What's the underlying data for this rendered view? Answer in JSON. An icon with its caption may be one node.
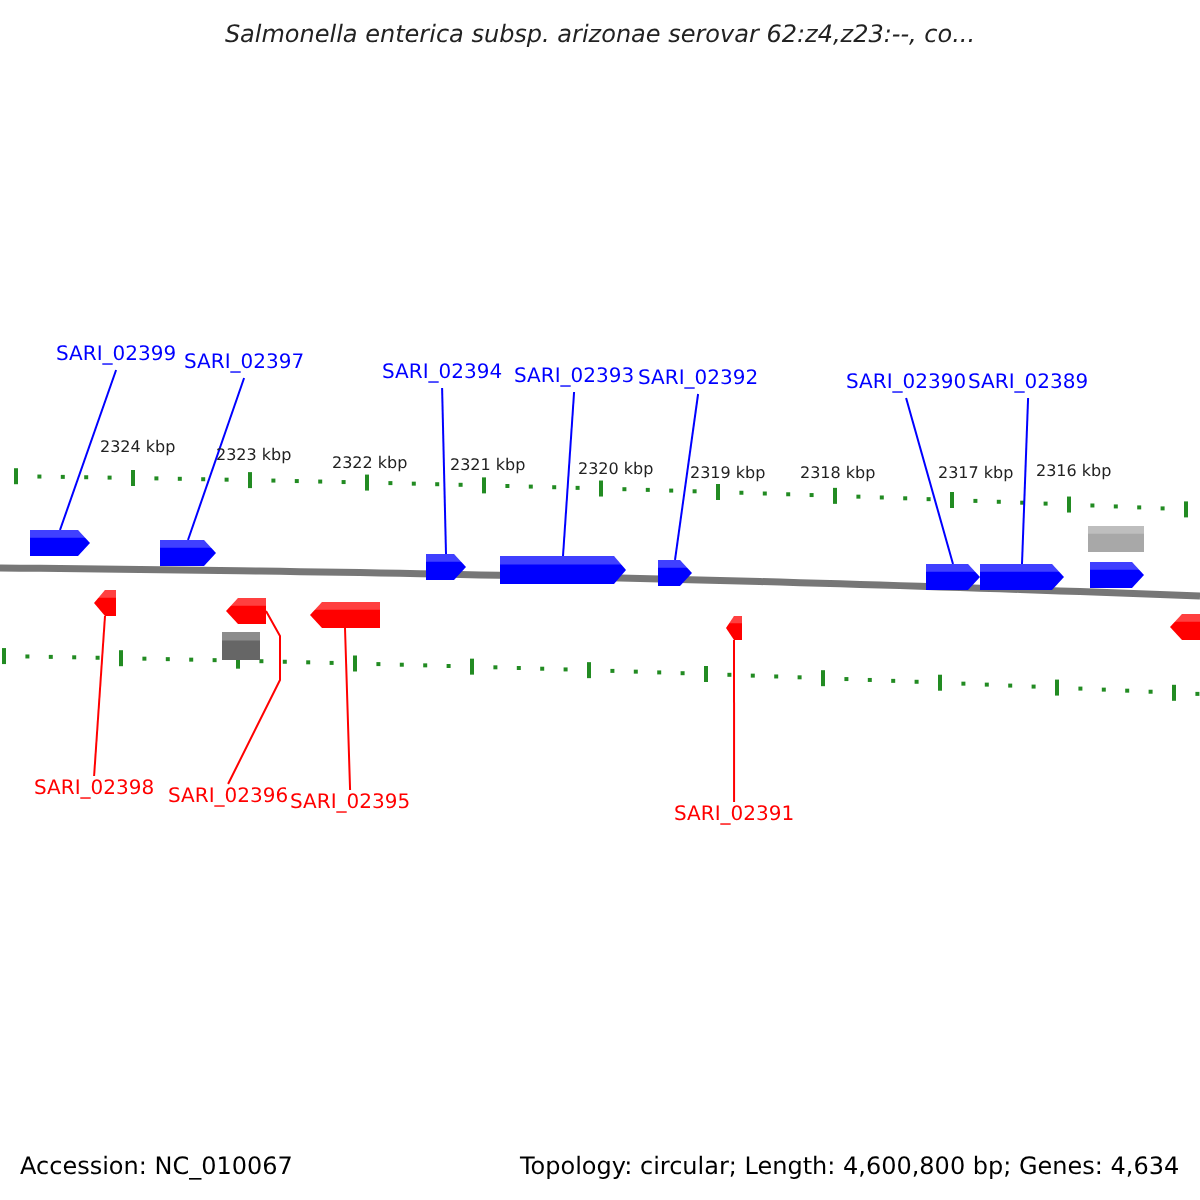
{
  "diagram": {
    "title": "Salmonella enterica subsp. arizonae serovar 62:z4,z23:--, co...",
    "nodes": [
      {
        "text": [
          "SARI_02399"
        ]
      },
      {
        "text": [
          "SARI_02397"
        ]
      },
      {
        "text": [
          "SARI_02394"
        ]
      },
      {
        "text": [
          "SARI_02393"
        ]
      },
      {
        "text": [
          "SARI_02392"
        ]
      },
      {
        "text": [
          "SARI_02390"
        ]
      },
      {
        "text": [
          "SARI_02389"
        ]
      },
      {
        "text": [],
        "shape": "pentagon"
      },
      {
        "text": [],
        "shape": "pentagon"
      },
      {
        "text": [],
        "shape": "pentagon"
      },
      {
        "text": [],
        "shape": "pentagon"
      },
      {
        "text": [],
        "shape": "pentagon"
      },
      {
        "text": [],
        "shape": "pentagon"
      },
      {
        "text": [],
        "shape": "pentagon"
      },
      {
        "text": [],
        "shape": "box"
      },
      {
        "text": [],
        "shape": "pentagon"
      },
      {
        "text": [],
        "shape": "pentagon"
      },
      {
        "text": [],
        "shape": "pentagon"
      },
      {
        "text": [],
        "shape": "pentagon"
      },
      {
        "text": [],
        "shape": "box"
      },
      {
        "text": [],
        "shape": "pentagon"
      },
      {
        "text": [],
        "shape": "pentagon"
      },
      {
        "text": [
          "SARI_02398"
        ]
      },
      {
        "text": [
          "SARI_02396"
        ]
      },
      {
        "text": [
          "SARI_02395"
        ]
      },
      {
        "text": [
          "SARI_02391"
        ]
      }
    ],
    "edges": [
      {
        "from": 0,
        "to": 7,
        "arrow": "none"
      },
      {
        "from": 1,
        "to": 8,
        "arrow": "none"
      },
      {
        "from": 2,
        "to": 9,
        "arrow": "none"
      },
      {
        "from": 3,
        "to": 10,
        "arrow": "none"
      },
      {
        "from": 4,
        "to": 11,
        "arrow": "none"
      },
      {
        "from": 5,
        "to": 12,
        "arrow": "none"
      },
      {
        "from": 6,
        "to": 13,
        "arrow": "none"
      },
      {
        "from": 22,
        "to": 16,
        "arrow": "none",
        "color": "#ff0000"
      },
      {
        "from": 23,
        "to": 17,
        "arrow": "none",
        "color": "#ff0000"
      },
      {
        "from": 24,
        "to": 18,
        "arrow": "none",
        "color": "#ff0000"
      },
      {
        "from": 25,
        "to": 20,
        "arrow": "none",
        "color": "#ff0000"
      }
    ],
    "labels": [
      "2324 kbp",
      "2323 kbp",
      "2322 kbp",
      "2321 kbp",
      "2320 kbp",
      "2319 kbp",
      "2318 kbp",
      "2317 kbp",
      "2316 kbp",
      "Accession: NC_010067",
      "Topology: circular; Length: 4,600,800 bp; Genes: 4,634"
    ]
  }
}
